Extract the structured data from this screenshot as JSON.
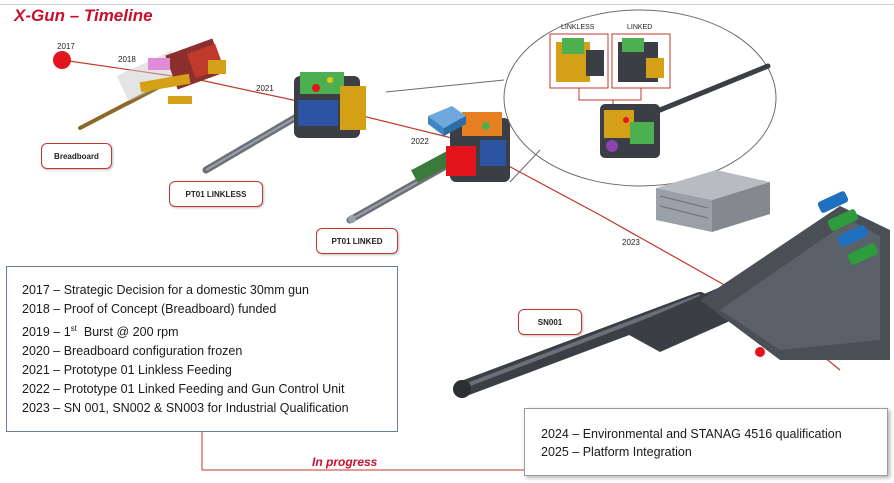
{
  "title": "X-Gun – Timeline",
  "years": {
    "y2017": "2017",
    "y2018": "2018",
    "y2021": "2021",
    "y2022": "2022",
    "y2023": "2023"
  },
  "labels": {
    "breadboard": "Breadboard",
    "pt01_linkless": "PT01 LINKLESS",
    "pt01_linked": "PT01 LINKED",
    "sn001": "SN001"
  },
  "zoom": {
    "linkless": "LINKLESS",
    "linked": "LINKED"
  },
  "history": [
    "2017 – Strategic Decision for a domestic 30mm gun",
    "2018 – Proof of Concept (Breadboard) funded",
    "2019 – 1",
    "st",
    "  Burst @ 200 rpm",
    "2020 – Breadboard configuration frozen",
    "2021 – Prototype 01 Linkless Feeding",
    "2022 – Prototype 01 Linked Feeding and Gun Control Unit",
    "2023 – SN 001, SN002 & SN003 for Industrial Qualification"
  ],
  "future": [
    "2024 – Environmental and STANAG 4516 qualification",
    "2025 – Platform Integration"
  ],
  "in_progress": "In progress",
  "colors": {
    "accent": "#c8102e",
    "gun_dark": "#3b3f45",
    "gun_mid": "#6b7078",
    "box_border": "#6a7d9c"
  }
}
